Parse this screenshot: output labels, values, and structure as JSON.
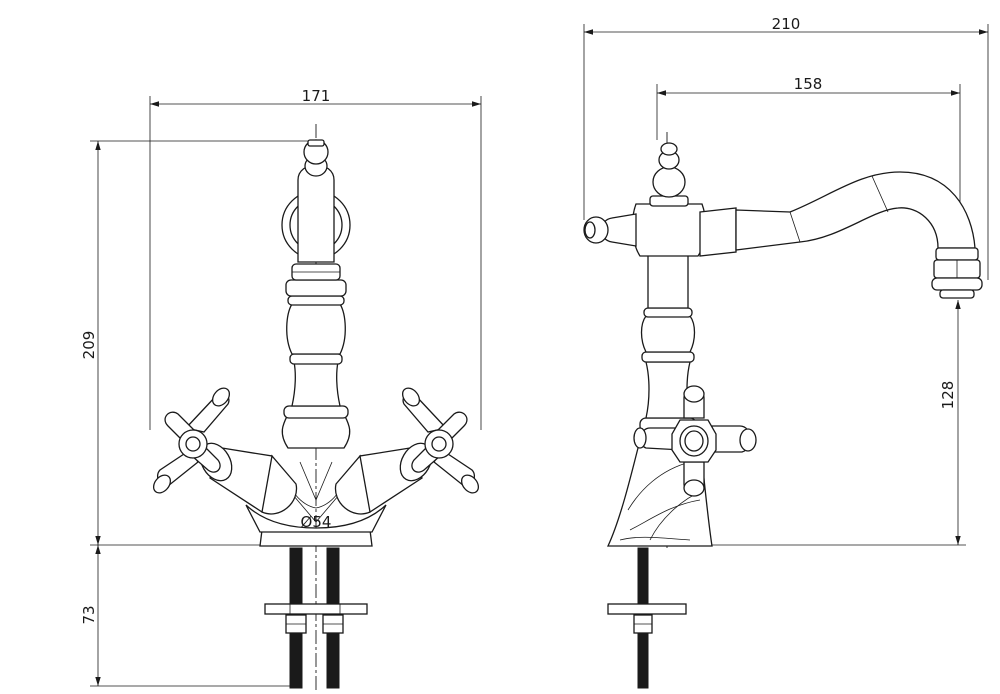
{
  "diagram": {
    "front_view": {
      "width_label": "171",
      "height_label": "209",
      "base_height_label": "73",
      "diameter_label": "Ø54"
    },
    "side_view": {
      "overall_width_label": "210",
      "spout_reach_label": "158",
      "spout_height_label": "128"
    },
    "colors": {
      "line": "#1a1a1a",
      "background": "#ffffff"
    }
  }
}
